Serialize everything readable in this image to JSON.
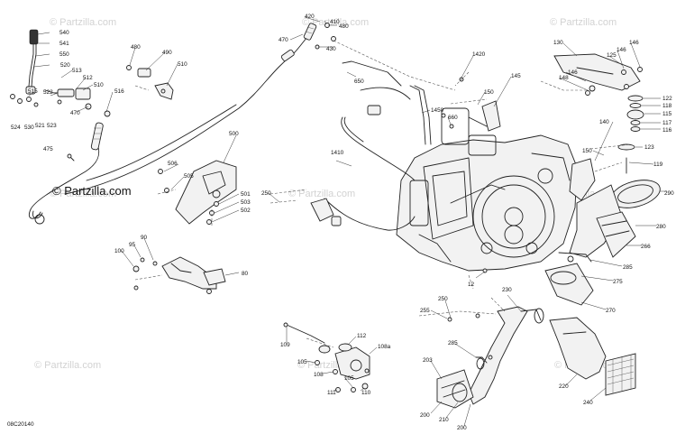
{
  "diagram": {
    "watermark_text": "© Partzilla.com",
    "watermark_main": "© Partzilla.com",
    "drawing_code": "08C20140",
    "labels": {
      "p540": "540",
      "p541": "541",
      "p550": "550",
      "p520": "520",
      "p513": "513",
      "p512": "512",
      "p510a": "510",
      "p515": "515",
      "p522": "522",
      "p516": "516",
      "p524": "524",
      "p530": "530",
      "p521": "521",
      "p523": "523",
      "p470a": "470",
      "p475": "475",
      "p480a": "480",
      "p490": "490",
      "p510b": "510",
      "p420": "420",
      "p410": "410",
      "p480b": "480",
      "p470b": "470",
      "p430": "430",
      "p650": "650",
      "p1420": "1420",
      "p145": "145",
      "p150a": "150",
      "p1450": "1450",
      "p660": "660",
      "p130": "130",
      "p146a": "146",
      "p146b": "146",
      "p125": "125",
      "p146c": "146",
      "p148": "148",
      "p122": "122",
      "p118": "118",
      "p115": "115",
      "p117": "117",
      "p140": "140",
      "p116": "116",
      "p150b": "150",
      "p123": "123",
      "p119": "119",
      "p290": "290",
      "p280": "280",
      "p266": "266",
      "p285a": "285",
      "p275": "275",
      "p270": "270",
      "p500": "500",
      "p506": "506",
      "p505": "505",
      "p501": "501",
      "p503": "503",
      "p502": "502",
      "p250a": "250",
      "p1410": "1410",
      "p100": "100",
      "p95": "95",
      "p90": "90",
      "p80": "80",
      "p12": "12",
      "p230": "230",
      "p250b": "250",
      "p255": "255",
      "p109": "109",
      "p112": "112",
      "p108a": "108a",
      "p105a": "105",
      "p108": "108",
      "p105b": "105",
      "p111": "111",
      "p110": "110",
      "p285b": "285",
      "p203": "203",
      "p200a": "200",
      "p210": "210",
      "p200b": "200",
      "p220": "220",
      "p240": "240"
    }
  }
}
